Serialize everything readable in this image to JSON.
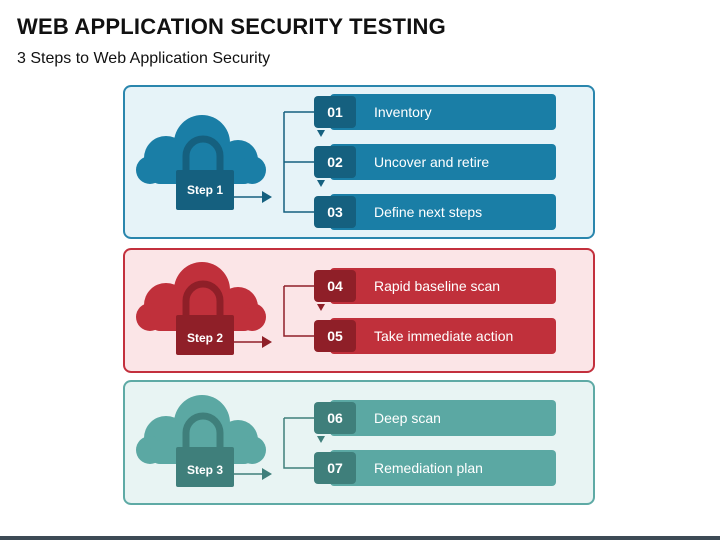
{
  "title": "WEB APPLICATION SECURITY TESTING",
  "subtitle": "3 Steps to Web Application Security",
  "colors": {
    "blue": "#1a7ea6",
    "blue_dark": "#15607f",
    "red": "#c0303b",
    "red_dark": "#8f1f28",
    "teal": "#5ba8a3",
    "teal_dark": "#3f7f7b"
  },
  "steps": [
    {
      "label": "Step 1",
      "icon": "cloud-lock-icon",
      "items": [
        {
          "num": "01",
          "text": "Inventory"
        },
        {
          "num": "02",
          "text": "Uncover and retire"
        },
        {
          "num": "03",
          "text": "Define next steps"
        }
      ]
    },
    {
      "label": "Step 2",
      "icon": "cloud-lock-icon",
      "items": [
        {
          "num": "04",
          "text": "Rapid baseline scan"
        },
        {
          "num": "05",
          "text": "Take immediate action"
        }
      ]
    },
    {
      "label": "Step 3",
      "icon": "cloud-lock-icon",
      "items": [
        {
          "num": "06",
          "text": "Deep scan"
        },
        {
          "num": "07",
          "text": "Remediation plan"
        }
      ]
    }
  ]
}
